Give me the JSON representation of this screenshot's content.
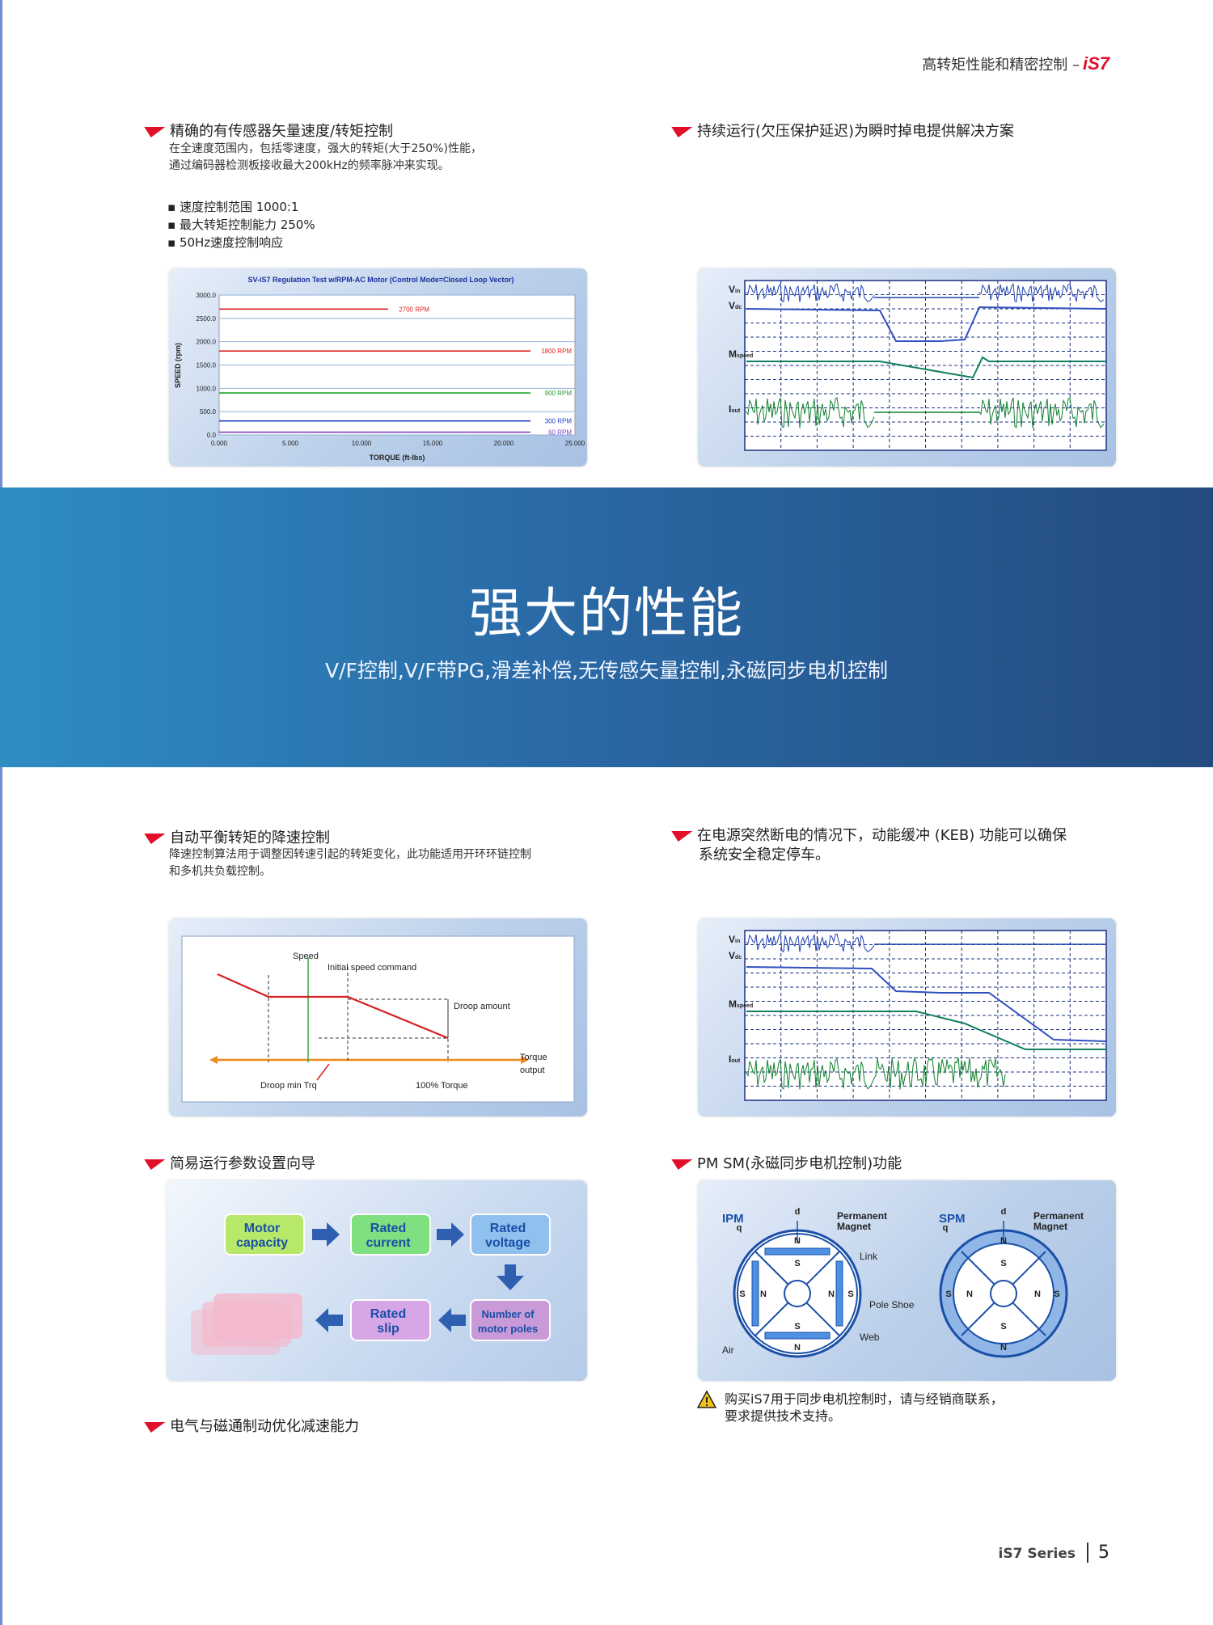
{
  "header": {
    "title": "高转矩性能和精密控制 –",
    "brand": "iS7"
  },
  "sections": {
    "s1": {
      "title": "精确的有传感器矢量速度/转矩控制",
      "desc1": "在全速度范围内，包括零速度，强大的转矩(大于250%)性能，",
      "desc2": "通过编码器检测板接收最大200kHz的频率脉冲来实现。",
      "bullets": [
        "速度控制范围 1000:1",
        "最大转矩控制能力 250%",
        "50Hz速度控制响应"
      ]
    },
    "s2": {
      "title": "持续运行(欠压保护延迟)为瞬时掉电提供解决方案"
    },
    "s3": {
      "title": "自动平衡转矩的降速控制",
      "desc1": "降速控制算法用于调整因转速引起的转矩变化，此功能适用开环环链控制",
      "desc2": "和多机共负载控制。"
    },
    "s4": {
      "title": "在电源突然断电的情况下，动能缓冲 (KEB) 功能可以确保",
      "title2": "系统安全稳定停车。"
    },
    "s5": {
      "title": "简易运行参数设置向导"
    },
    "s6": {
      "title": "PM SM(永磁同步电机控制)功能"
    },
    "s7": {
      "title": "电气与磁通制动优化减速能力"
    }
  },
  "banner": {
    "title": "强大的性能",
    "subtitle": "V/F控制,V/F带PG,滑差补偿,无传感矢量控制,永磁同步电机控制"
  },
  "chart_data": {
    "type": "line",
    "title": "SV-iS7 Regulation Test w/RPM-AC Motor (Control Mode=Closed Loop Vector)",
    "xlabel": "TORQUE (ft-lbs)",
    "ylabel": "SPEED (rpm)",
    "xlim": [
      0,
      25
    ],
    "ylim": [
      0,
      3000
    ],
    "x_ticks": [
      "0.000",
      "5.000",
      "10.000",
      "15.000",
      "20.000",
      "25.000"
    ],
    "y_ticks": [
      "0.0",
      "500.0",
      "1000.0",
      "1500.0",
      "2000.0",
      "2500.0",
      "3000.0"
    ],
    "series": [
      {
        "name": "2700 RPM",
        "y": 2700,
        "x": [
          0,
          15
        ],
        "color": "#e02020"
      },
      {
        "name": "1800 RPM",
        "y": 1800,
        "x": [
          0,
          25
        ],
        "color": "#e02020"
      },
      {
        "name": "900 RPM",
        "y": 900,
        "x": [
          0,
          25
        ],
        "color": "#20a030"
      },
      {
        "name": "300 RPM",
        "y": 300,
        "x": [
          0,
          25
        ],
        "color": "#2040c0"
      },
      {
        "name": "60 RPM",
        "y": 60,
        "x": [
          0,
          25
        ],
        "color": "#8040c0"
      }
    ],
    "grid": true
  },
  "waveforms": {
    "labels": [
      "Vin",
      "Vdc",
      "Mspeed",
      "Iout"
    ],
    "label_main": [
      "V",
      "V",
      "M",
      "I"
    ],
    "label_sub": [
      "in",
      "dc",
      "speed",
      "out"
    ]
  },
  "droop": {
    "speed": "Speed",
    "initial": "Initial speed command",
    "droop_amount": "Droop amount",
    "torque": "Torque",
    "output": "output",
    "droop_min": "Droop min Trq",
    "pct_torque": "100% Torque"
  },
  "wizard": {
    "boxes": [
      {
        "l1": "Motor",
        "l2": "capacity",
        "color": "#b7e86a"
      },
      {
        "l1": "Rated",
        "l2": "current",
        "color": "#7fe07f"
      },
      {
        "l1": "Rated",
        "l2": "voltage",
        "color": "#8fc0ee"
      },
      {
        "l1": "Number of",
        "l2": "motor poles",
        "color": "#c89ad8"
      },
      {
        "l1": "Rated",
        "l2": "slip",
        "color": "#d6a6e6"
      }
    ]
  },
  "pmsm": {
    "ipm": "IPM",
    "spm": "SPM",
    "pm1": "Permanent",
    "pm2": "Magnet",
    "link": "Link",
    "pole_shoe": "Pole Shoe",
    "web": "Web",
    "air": "Air",
    "d": "d",
    "q": "q",
    "N": "N",
    "S": "S"
  },
  "warning": {
    "line1": "购买iS7用于同步电机控制时，请与经销商联系，",
    "line2": "要求提供技术支持。"
  },
  "footer": {
    "series": "iS7 Series",
    "page": "5"
  }
}
